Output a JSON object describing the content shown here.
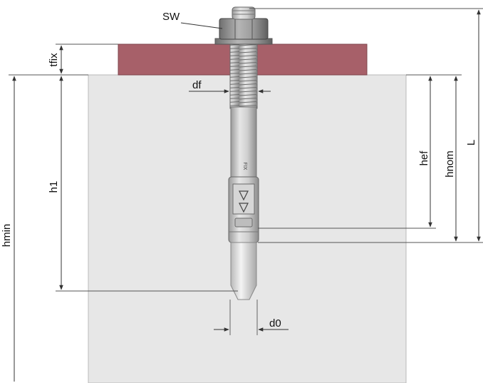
{
  "labels": {
    "sw": "SW",
    "tfix": "tfix",
    "df": "df",
    "h1": "h1",
    "hmin": "hmin",
    "hef": "hef",
    "hnom": "hnom",
    "L": "L",
    "d0": "d0"
  },
  "colors": {
    "concrete": "#e7e7e7",
    "plate": "#a76069",
    "steel": "#c8c8c8",
    "nut": "#8a8a8a",
    "dimension_line": "#333333"
  }
}
